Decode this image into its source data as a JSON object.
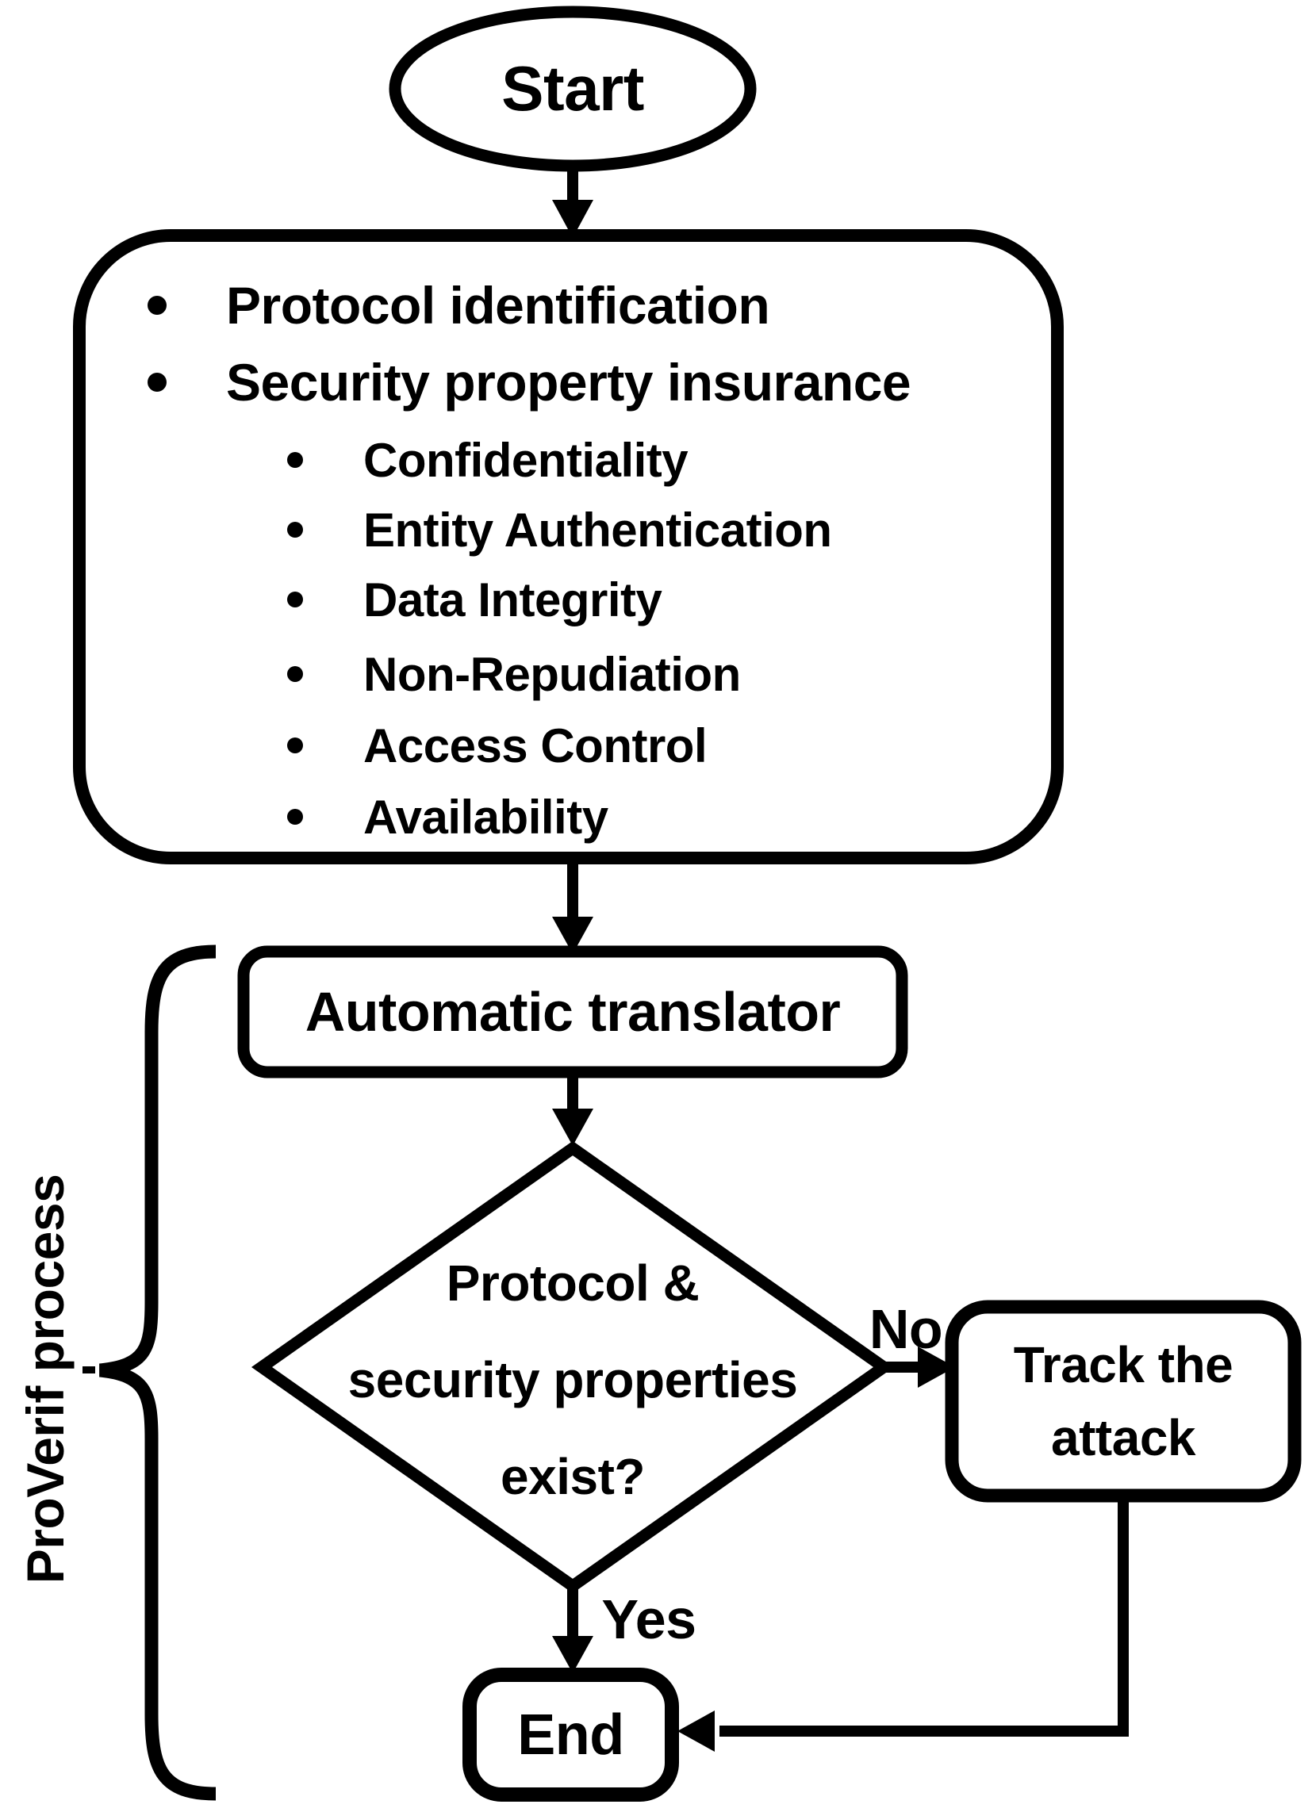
{
  "figure": {
    "type": "flowchart",
    "ink_color": "#000000",
    "background_color": "#ffffff"
  },
  "nodes": {
    "start": {
      "shape": "ellipse",
      "label": "Start"
    },
    "requirements": {
      "shape": "rounded-rect",
      "items": [
        {
          "level": 1,
          "label": "Protocol identification"
        },
        {
          "level": 1,
          "label": "Security property insurance"
        },
        {
          "level": 2,
          "label": "Confidentiality"
        },
        {
          "level": 2,
          "label": "Entity Authentication"
        },
        {
          "level": 2,
          "label": "Data Integrity"
        },
        {
          "level": 2,
          "label": "Non-Repudiation"
        },
        {
          "level": 2,
          "label": "Access Control"
        },
        {
          "level": 2,
          "label": "Availability"
        }
      ]
    },
    "translator": {
      "shape": "rounded-rect",
      "label": "Automatic translator"
    },
    "decision": {
      "shape": "diamond",
      "lines": [
        "Protocol &",
        "security properties",
        "exist?"
      ]
    },
    "track_attack": {
      "shape": "rounded-rect",
      "lines": [
        "Track the",
        "attack"
      ]
    },
    "end": {
      "shape": "rounded-rect",
      "label": "End"
    }
  },
  "edges": {
    "no_label": "No",
    "yes_label": "Yes"
  },
  "annotations": {
    "brace_label": "ProVerif process"
  }
}
